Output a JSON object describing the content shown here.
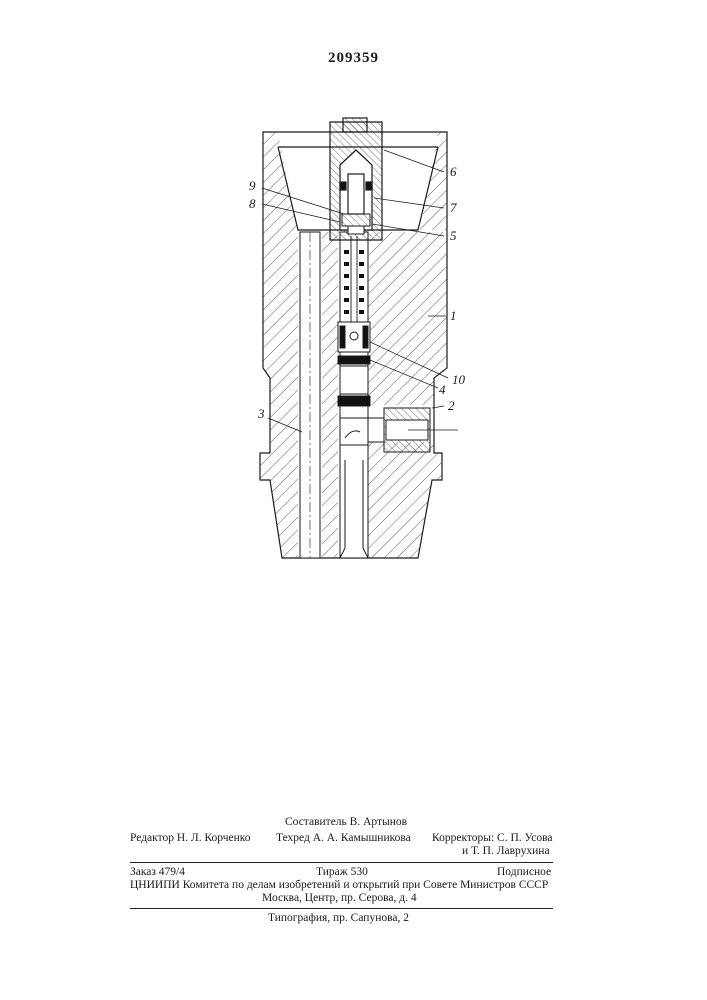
{
  "patent_number": "209359",
  "callouts": [
    "1",
    "2",
    "3",
    "4",
    "5",
    "6",
    "7",
    "8",
    "9",
    "10"
  ],
  "imprint": {
    "compiler": "Составитель В. Артынов",
    "editor": "Редактор Н. Л. Корченко",
    "techred": "Техред А. А. Камышникова",
    "correctors_line1": "Корректоры: С. П. Усова",
    "correctors_line2": "и Т. П. Лаврухина",
    "order": "Заказ 479/4",
    "circulation": "Тираж 530",
    "subscription": "Подписное",
    "institute": "ЦНИИПИ Комитета по делам изобретений и открытий при Совете Министров СССР",
    "address": "Москва, Центр, пр. Серова, д. 4",
    "printing_house": "Типография, пр. Сапунова, 2"
  }
}
